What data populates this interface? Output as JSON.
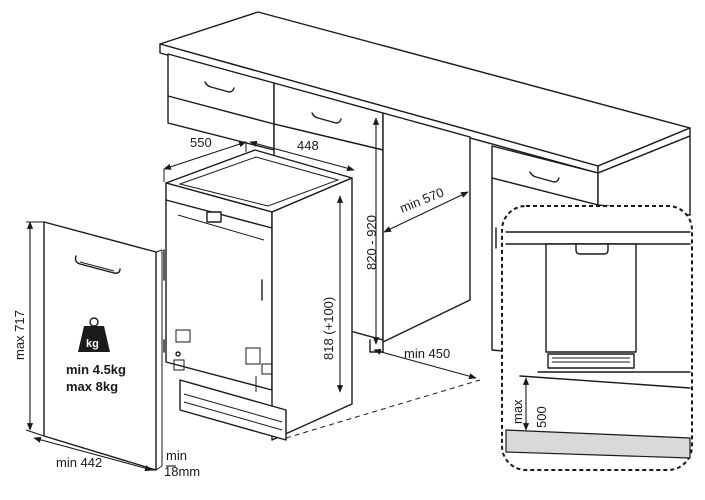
{
  "dimensions": {
    "door_depth_550": "550",
    "width_448": "448",
    "height_820_920": "820 - 920",
    "depth_min_570": "min 570",
    "appliance_height": "818 (+100)",
    "min_450": "min 450",
    "door_max_717": "max 717",
    "door_min_442": "min 442",
    "door_thickness_min": "min",
    "door_thickness_value": "18mm",
    "plinth_max": "max",
    "plinth_value": "500"
  },
  "door_weight": {
    "icon_label": "kg",
    "min": "min 4.5kg",
    "max": "max 8kg"
  }
}
